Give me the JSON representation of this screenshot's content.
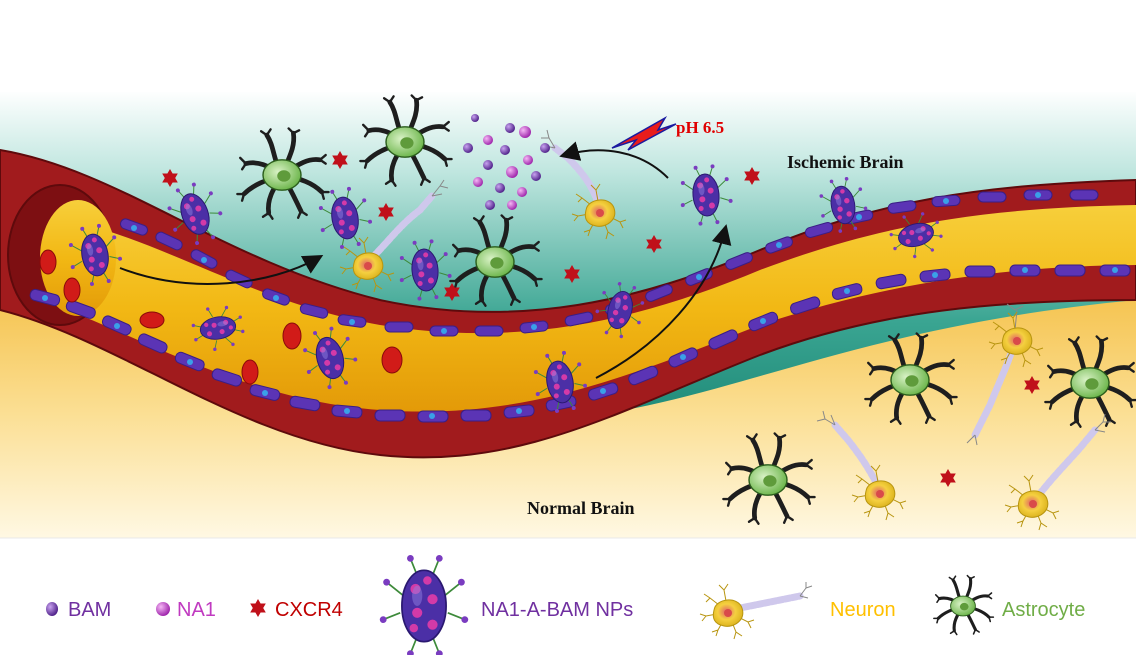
{
  "regions": {
    "ischemic_label": "Ischemic Brain",
    "normal_label": "Normal Brain",
    "ph_label": "pH 6.5"
  },
  "legend": {
    "bam": "BAM",
    "na1": "NA1",
    "cxcr4": "CXCR4",
    "nps": "NA1-A-BAM NPs",
    "neuron": "Neuron",
    "astrocyte": "Astrocyte"
  },
  "colors": {
    "ischemic_bg": "#2e9a86",
    "normal_bg": "#f9d479",
    "vessel_wall": "#a11b1d",
    "vessel_lumen": "#f0b81a",
    "endothelial": "#5a3ab0",
    "bam": "#6a2ca0",
    "na1": "#b040c0",
    "cxcr4": "#c0101a",
    "astrocyte": "#8ed16b",
    "neuron": "#f4d23a",
    "legend_bam": "#7030a0",
    "legend_na1": "#c03ac0",
    "legend_cxcr4": "#c00000",
    "legend_nps": "#7030a0",
    "legend_neuron": "#ffc000",
    "legend_astrocyte": "#70ad47"
  }
}
